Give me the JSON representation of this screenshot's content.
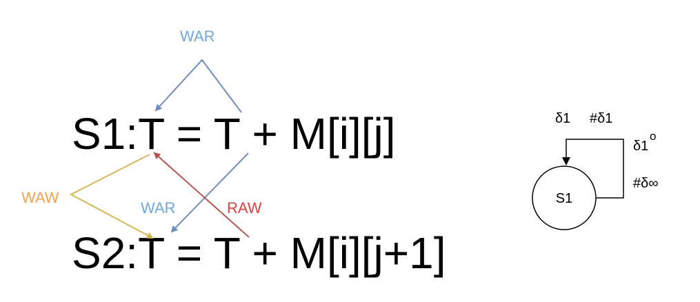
{
  "statements": {
    "s1": "S1:T = T + M[i][j]",
    "s2": "S2:T = T + M[i][j+1]"
  },
  "dependencies": [
    {
      "label": "WAR",
      "color": "#6fa8dc",
      "from": "S1 T (read)",
      "to": "S1 T (write)"
    },
    {
      "label": "WAW",
      "color": "#f6a04d",
      "from": "S1 T (write)",
      "to": "S2 T (write)"
    },
    {
      "label": "WAR",
      "color": "#6fa8dc",
      "from": "S1 T (read)",
      "to": "S2 T (write)"
    },
    {
      "label": "RAW",
      "color": "#e04040",
      "from": "S2 T (read)",
      "to": "S1 T (write)"
    }
  ],
  "graph": {
    "node": "S1",
    "labels": {
      "a": "δ1",
      "b": "#δ1",
      "c": "δ1",
      "c_sup": "o",
      "d": "#δ∞"
    }
  },
  "colors": {
    "war": "#6fa8dc",
    "waw": "#f6a04d",
    "raw": "#e04040",
    "war_line": "#6c8ebf",
    "waw_line": "#d6b656",
    "raw_line": "#b85450"
  }
}
